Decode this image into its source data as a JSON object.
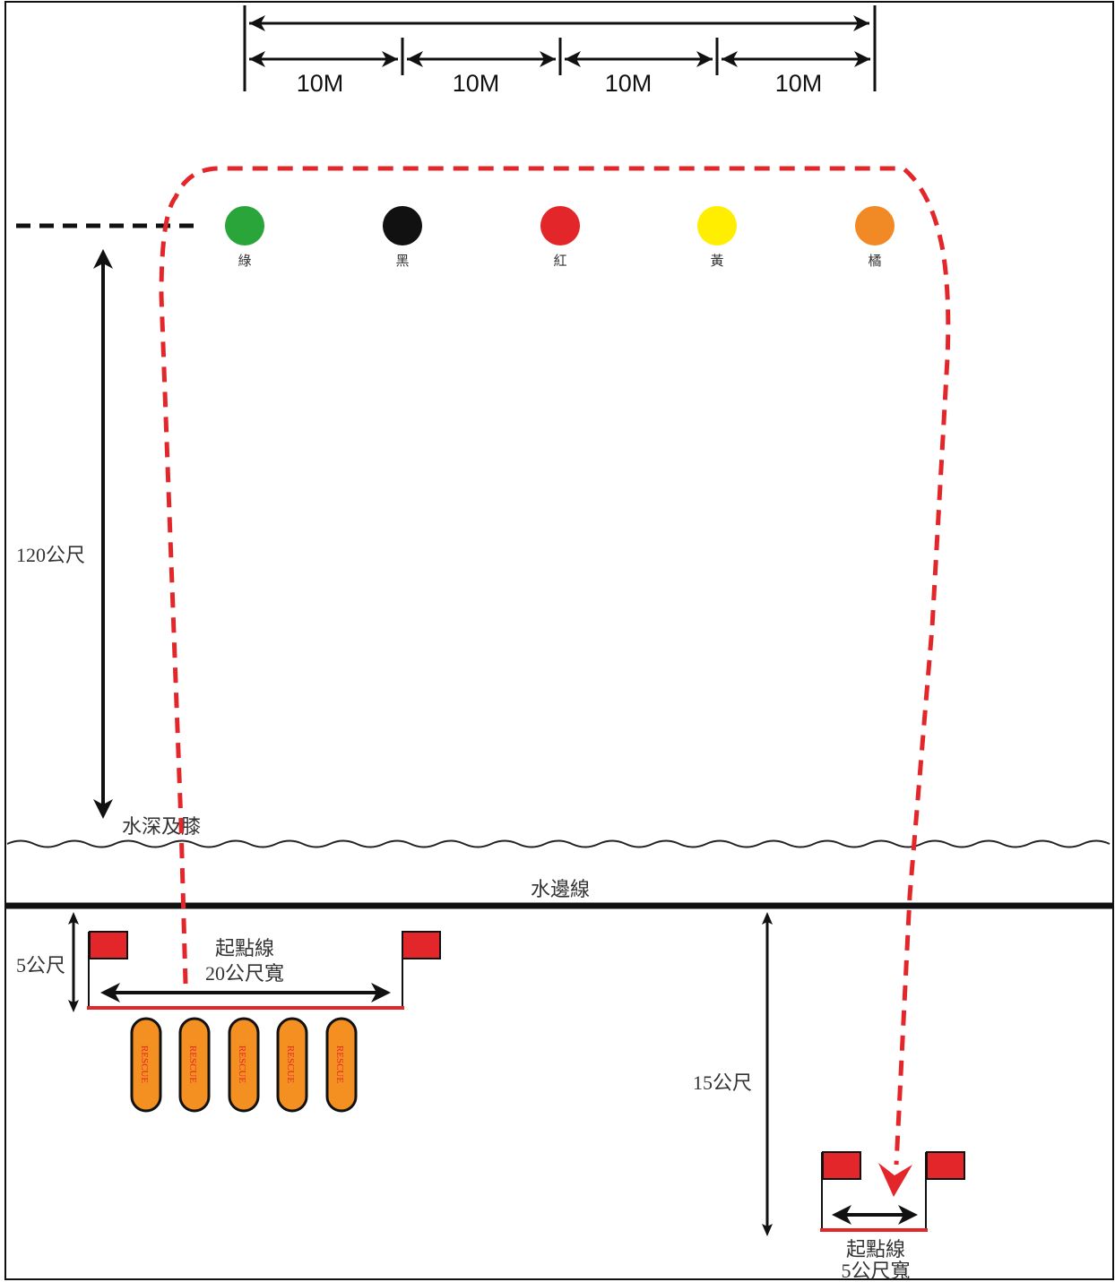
{
  "spacing_labels": [
    "10M",
    "10M",
    "10M",
    "10M"
  ],
  "buoys": [
    {
      "label": "綠",
      "color": "#2aa53a"
    },
    {
      "label": "黑",
      "color": "#111111"
    },
    {
      "label": "紅",
      "color": "#e3262a"
    },
    {
      "label": "黃",
      "color": "#ffee00"
    },
    {
      "label": "橘",
      "color": "#f18a24"
    }
  ],
  "distance_label": "120公尺",
  "depth_label": "水深及膝",
  "waterline_label": "水邊線",
  "start_zone": {
    "depth_label": "5公尺",
    "start_line_label": "起點線",
    "width_label": "20公尺寬",
    "boards_label": "RESCUE",
    "board_count": 5
  },
  "finish_zone": {
    "distance_label": "15公尺",
    "start_line_label": "起點線",
    "width_label": "5公尺寬"
  },
  "colors": {
    "route": "#e3262a",
    "flag": "#e3262a",
    "board": "#f39021"
  }
}
